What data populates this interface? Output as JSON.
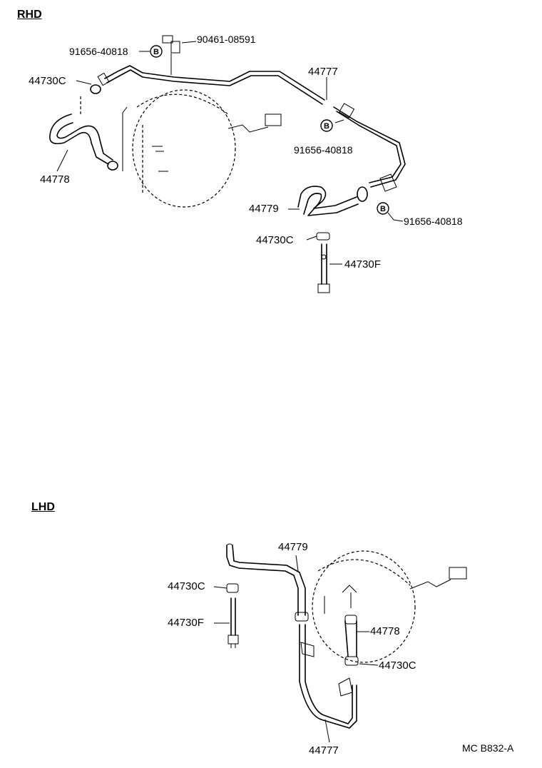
{
  "sections": {
    "rhd": "RHD",
    "lhd": "LHD"
  },
  "rhd_labels": {
    "p_90461": "90461-08591",
    "p_91656_top": "91656-40818",
    "p_44730c_top": "44730C",
    "p_44778": "44778",
    "p_44777": "44777",
    "p_91656_mid": "91656-40818",
    "p_44779": "44779",
    "p_91656_right": "91656-40818",
    "p_44730c_bottom": "44730C",
    "p_44730f": "44730F"
  },
  "lhd_labels": {
    "p_44779": "44779",
    "p_44730c_left": "44730C",
    "p_44730f": "44730F",
    "p_44778": "44778",
    "p_44730c_right": "44730C",
    "p_44777": "44777"
  },
  "bolt_marker": "B",
  "footer_code": "MC  B832-A"
}
